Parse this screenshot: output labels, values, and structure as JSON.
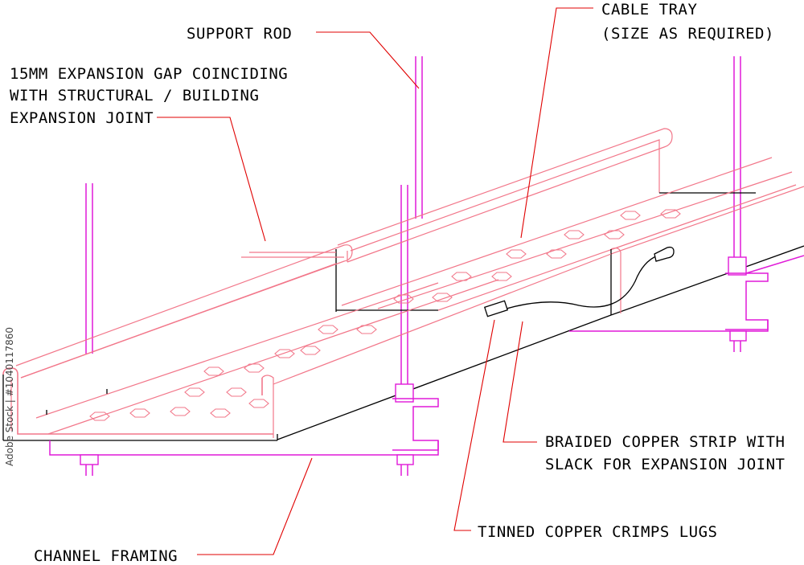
{
  "labels": {
    "support_rod": "SUPPORT ROD",
    "cable_tray_1": "CABLE TRAY",
    "cable_tray_2": "(SIZE AS REQUIRED)",
    "gap_1": "15MM EXPANSION GAP COINCIDING",
    "gap_2": "WITH STRUCTURAL / BUILDING",
    "gap_3": "EXPANSION JOINT",
    "braided_1": "BRAIDED COPPER STRIP WITH",
    "braided_2": "SLACK FOR EXPANSION JOINT",
    "lugs": "TINNED COPPER CRIMPS LUGS",
    "channel": "CHANNEL FRAMING"
  },
  "watermark": {
    "side_text": "Adobe Stock | #1040117860"
  },
  "colors": {
    "tray": "#f2778a",
    "framing": "#e01ad8",
    "leader": "#e00000",
    "outline": "#000000"
  }
}
